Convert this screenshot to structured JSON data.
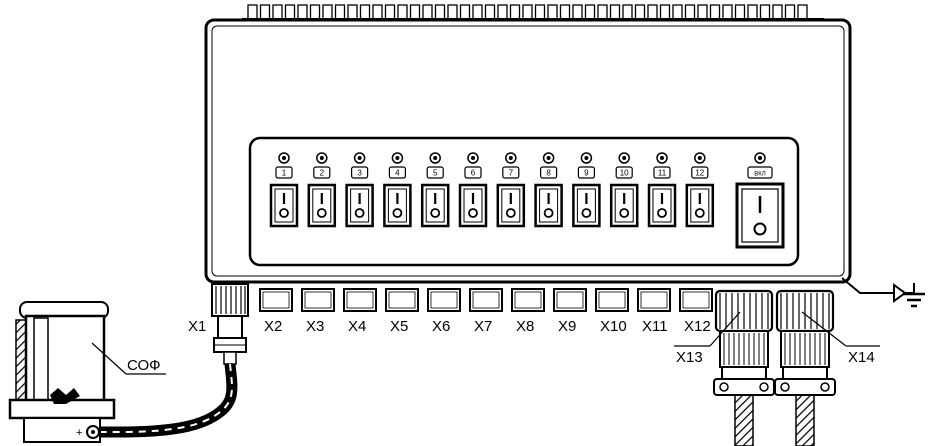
{
  "switch_labels": [
    "1",
    "2",
    "3",
    "4",
    "5",
    "6",
    "7",
    "8",
    "9",
    "10",
    "11",
    "12"
  ],
  "main_switch_label": "ВКЛ",
  "connector_labels": [
    "X1",
    "X2",
    "X3",
    "X4",
    "X5",
    "X6",
    "X7",
    "X8",
    "X9",
    "X10",
    "X11",
    "X12"
  ],
  "x13_label": "X13",
  "x14_label": "X14",
  "sensor_label": "СОФ",
  "plus_sign": "+"
}
